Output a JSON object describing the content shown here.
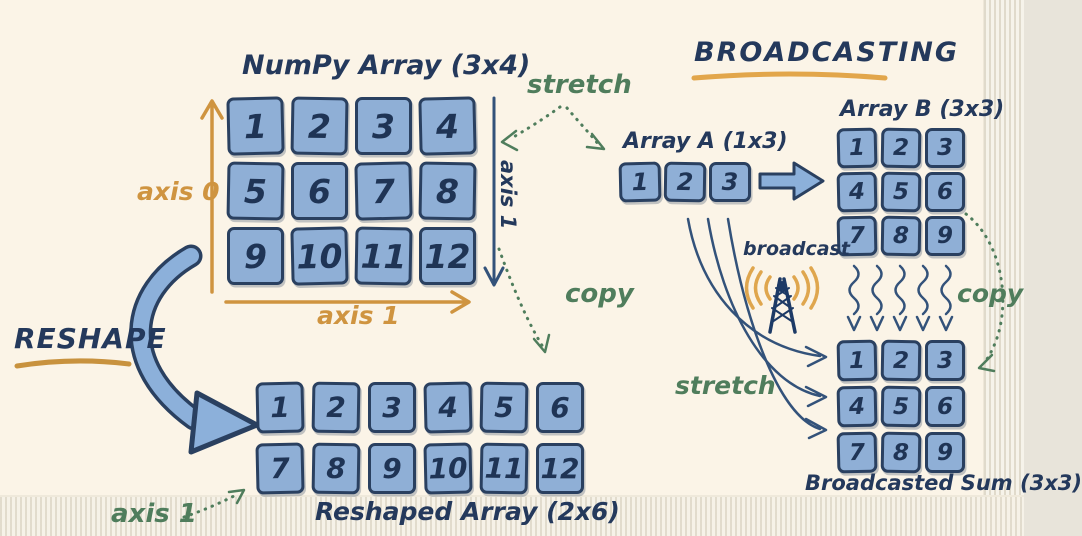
{
  "colors": {
    "background": "#fbf4e7",
    "navy": "#24395c",
    "cell_fill": "#8fafd6",
    "cell_border": "#2a4060",
    "orange": "#cf9440",
    "green": "#4f7d5c",
    "arrow_blue_fill": "#8cb0da"
  },
  "reshape_section": {
    "array_title": "NumPy Array (3x4)",
    "array_3x4": [
      [
        "1",
        "2",
        "3",
        "4"
      ],
      [
        "5",
        "6",
        "7",
        "8"
      ],
      [
        "9",
        "10",
        "11",
        "12"
      ]
    ],
    "axis0_label": "axis 0",
    "axis1_label": "axis 1",
    "axis1_vertical_label": "axis 1",
    "stretch_label": "stretch",
    "copy_label": "copy",
    "reshape_title": "RESHAPE",
    "reshaped_array": [
      [
        "1",
        "2",
        "3",
        "4",
        "5",
        "6"
      ],
      [
        "7",
        "8",
        "9",
        "10",
        "11",
        "12"
      ]
    ],
    "reshaped_caption": "Reshaped Array (2x6)",
    "axis1_bottom_label": "axis 1"
  },
  "broadcast_section": {
    "title": "BROADCASTING",
    "array_a_label": "Array A (1x3)",
    "array_a": [
      [
        "1",
        "2",
        "3"
      ]
    ],
    "array_b_label": "Array B (3x3)",
    "array_b": [
      [
        "1",
        "2",
        "3"
      ],
      [
        "4",
        "5",
        "6"
      ],
      [
        "7",
        "8",
        "9"
      ]
    ],
    "broadcast_label": "broadcast",
    "copy_label": "copy",
    "stretch_label": "stretch",
    "sum_array": [
      [
        "1",
        "2",
        "3"
      ],
      [
        "4",
        "5",
        "6"
      ],
      [
        "7",
        "8",
        "9"
      ]
    ],
    "sum_caption": "Broadcasted Sum (3x3)"
  }
}
